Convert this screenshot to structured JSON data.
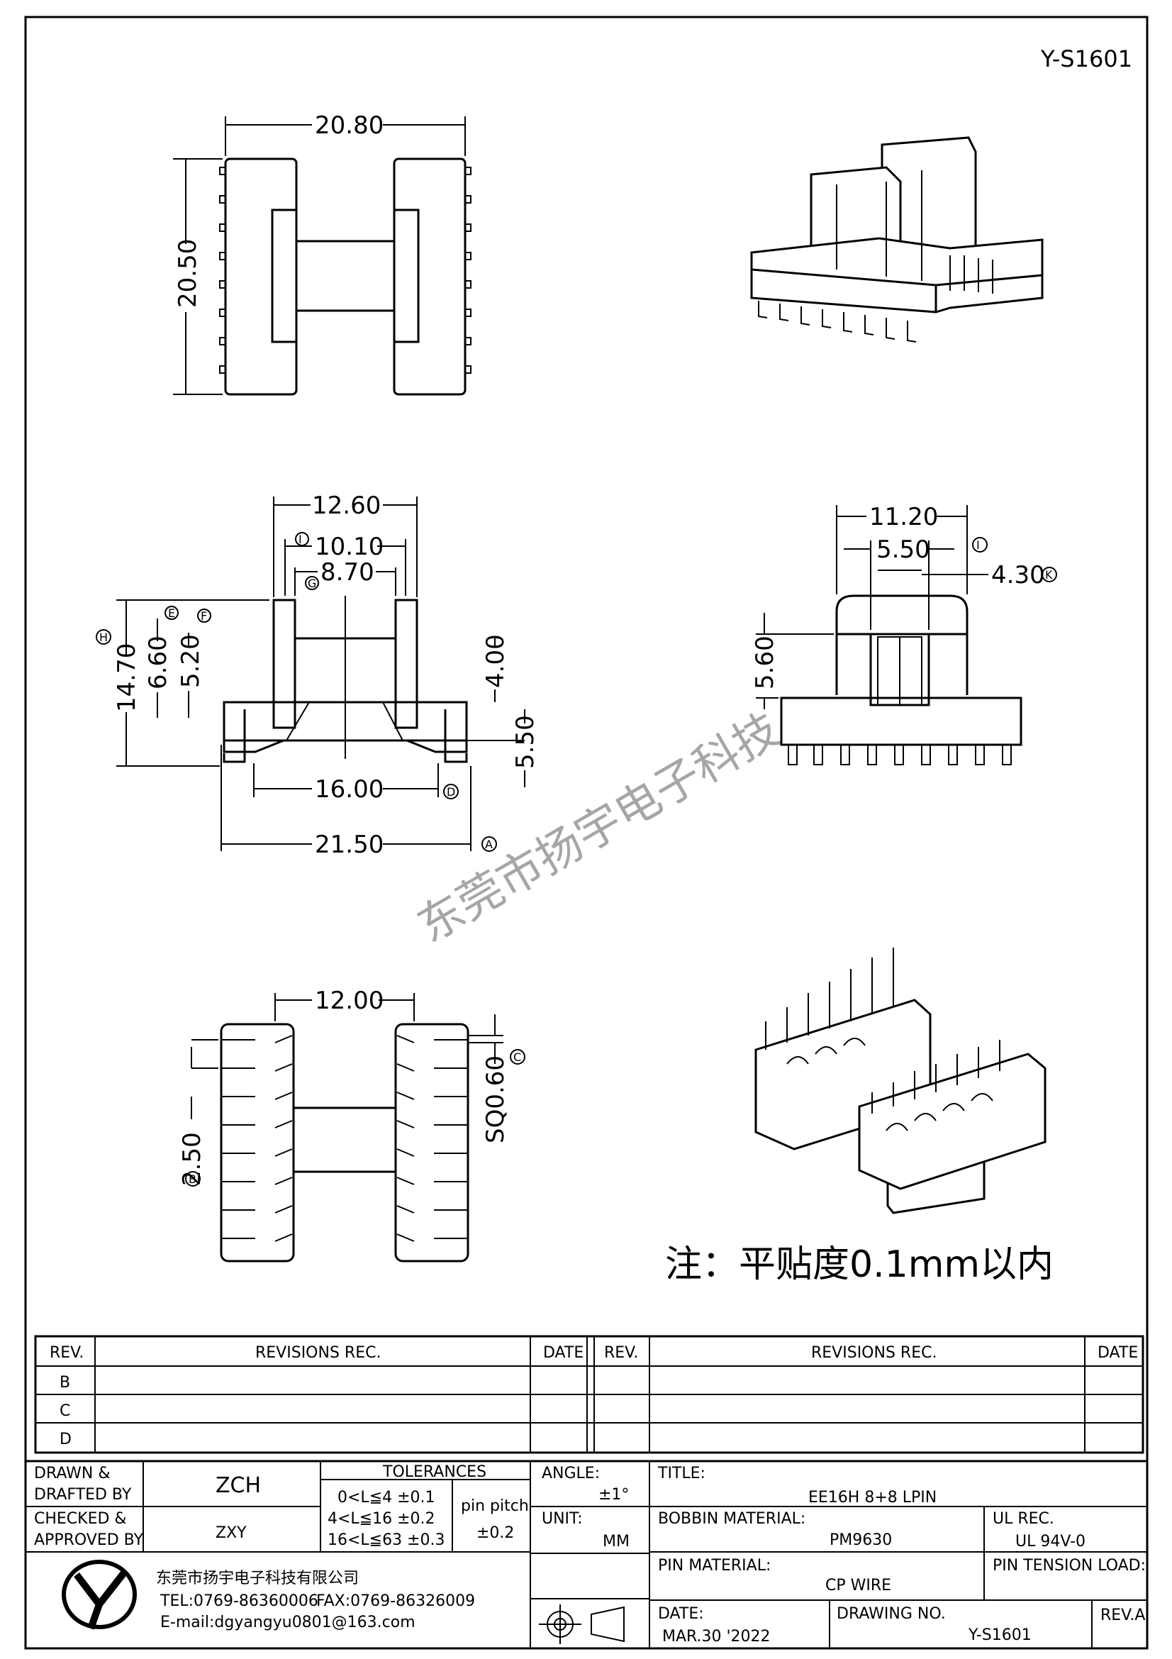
{
  "drawing_code_top": "Y-S1601",
  "watermark": "东莞市扬宇电子科技",
  "note": "注：平贴度0.1mm以内",
  "dims": {
    "top_width": "20.80",
    "top_height": "20.50",
    "front_width": "12.60",
    "front_inner": "10.10",
    "front_inner2": "8.70",
    "front_height": "14.70",
    "front_h2": "6.60",
    "front_h3": "5.20",
    "front_h4": "4.00",
    "front_h5": "5.50",
    "front_pitch": "16.00",
    "front_total": "21.50",
    "side_width": "11.20",
    "side_inner": "5.50",
    "side_core": "4.30",
    "side_height": "5.60",
    "bottom_width": "12.00",
    "bottom_pin": "SQ0.60",
    "bottom_pitch": "2.50"
  },
  "markers": {
    "I_top": "I",
    "G": "G",
    "H": "H",
    "E": "E",
    "F": "F",
    "D": "D",
    "A": "A",
    "I_side": "I",
    "K": "K",
    "C": "C",
    "B": "B"
  },
  "revisions": {
    "headers": [
      "REV.",
      "REVISIONS   REC.",
      "DATE",
      "REV.",
      "REVISIONS   REC.",
      "DATE"
    ],
    "rows": [
      "B",
      "C",
      "D"
    ]
  },
  "title_block": {
    "drawn_label_1": "DRAWN &",
    "drawn_label_2": "DRAFTED BY",
    "drawn_by": "ZCH",
    "checked_label_1": "CHECKED &",
    "checked_label_2": "APPROVED BY",
    "checked_by": "ZXY",
    "tolerances_label": "TOLERANCES",
    "tol_1": "0<L≦4   ±0.1",
    "tol_2": "4<L≦16  ±0.2",
    "tol_3": "16<L≦63  ±0.3",
    "pin_pitch_label": "pin  pitch",
    "pin_pitch_value": "±0.2",
    "angle_label": "ANGLE:",
    "angle_value": "±1°",
    "unit_label": "UNIT:",
    "unit_value": "MM",
    "title_label": "TITLE:",
    "title_value": "EE16H  8+8  LPIN",
    "bobbin_label": "BOBBIN  MATERIAL:",
    "bobbin_value": "PM9630",
    "ul_label": "UL  REC.",
    "ul_value": "UL  94V-0",
    "pin_material_label": "PIN  MATERIAL:",
    "pin_material_value": "CP  WIRE",
    "pin_tension_label": "PIN  TENSION  LOAD:",
    "date_label": "DATE:",
    "date_value": "MAR.30  '2022",
    "drawing_no_label": "DRAWING  NO.",
    "drawing_no_value": "Y-S1601",
    "rev_label": "REV.A",
    "company_name": "东莞市扬宇电子科技有限公司",
    "company_tel": "TEL:0769-86360006",
    "company_fax": "FAX:0769-86326009",
    "company_email": "E-mail:dgyangyu0801@163.com"
  }
}
